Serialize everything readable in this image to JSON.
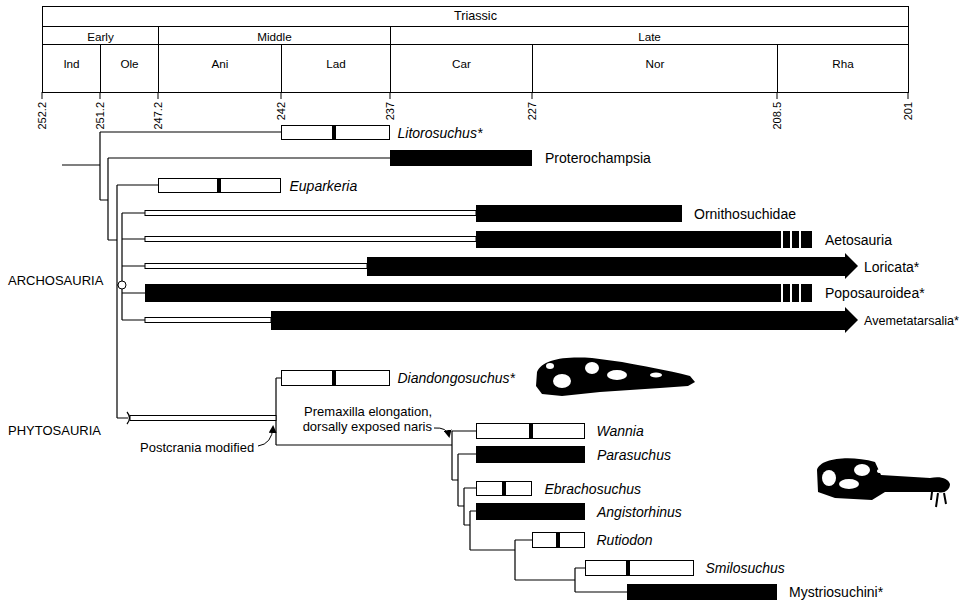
{
  "diagram": {
    "nodes": [
      {
        "text": [
          "Triassic"
        ]
      },
      {
        "text": [
          "Early"
        ],
        "in": 0
      },
      {
        "text": [
          "Ind"
        ],
        "in": 1
      },
      {
        "text": [
          "Ole"
        ],
        "in": 1
      },
      {
        "text": [
          "Middle"
        ],
        "in": 0
      },
      {
        "text": [
          "Ani"
        ],
        "in": 4
      },
      {
        "text": [
          "Lad"
        ],
        "in": 4
      },
      {
        "text": [
          "Late"
        ],
        "in": 0
      },
      {
        "text": [
          "Car"
        ],
        "in": 7
      },
      {
        "text": [
          "Nor"
        ],
        "in": 7
      },
      {
        "text": [
          "Rha"
        ],
        "in": 7
      },
      {
        "text": [
          "Litorosuchus*"
        ]
      },
      {
        "text": [
          "Proterochampsia"
        ]
      },
      {
        "text": [
          "Euparkeria"
        ]
      },
      {
        "text": [
          "Ornithosuchidae"
        ]
      },
      {
        "text": [
          "Aetosauria"
        ]
      },
      {
        "text": [
          "Loricata*"
        ]
      },
      {
        "text": [
          "Poposauroidea*"
        ]
      },
      {
        "text": [
          "Avemetatarsalia*"
        ]
      },
      {
        "text": [
          "Diandongosuchus*"
        ]
      },
      {
        "text": [
          "Wannia"
        ]
      },
      {
        "text": [
          "Parasuchus"
        ]
      },
      {
        "text": [
          "Ebrachosuchus"
        ]
      },
      {
        "text": [
          "Angistorhinus"
        ]
      },
      {
        "text": [
          "Rutiodon"
        ]
      },
      {
        "text": [
          "Smilosuchus"
        ]
      },
      {
        "text": [
          "Mystriosuchini*"
        ]
      }
    ],
    "labels": [
      "252.2",
      "251.2",
      "247.2",
      "242",
      "237",
      "227",
      "208.5",
      "201",
      "ARCHOSAURIA",
      "PHYTOSAURIA",
      "Postcrania modified",
      "Premaxilla elongation, dorsally exposed naris"
    ]
  }
}
